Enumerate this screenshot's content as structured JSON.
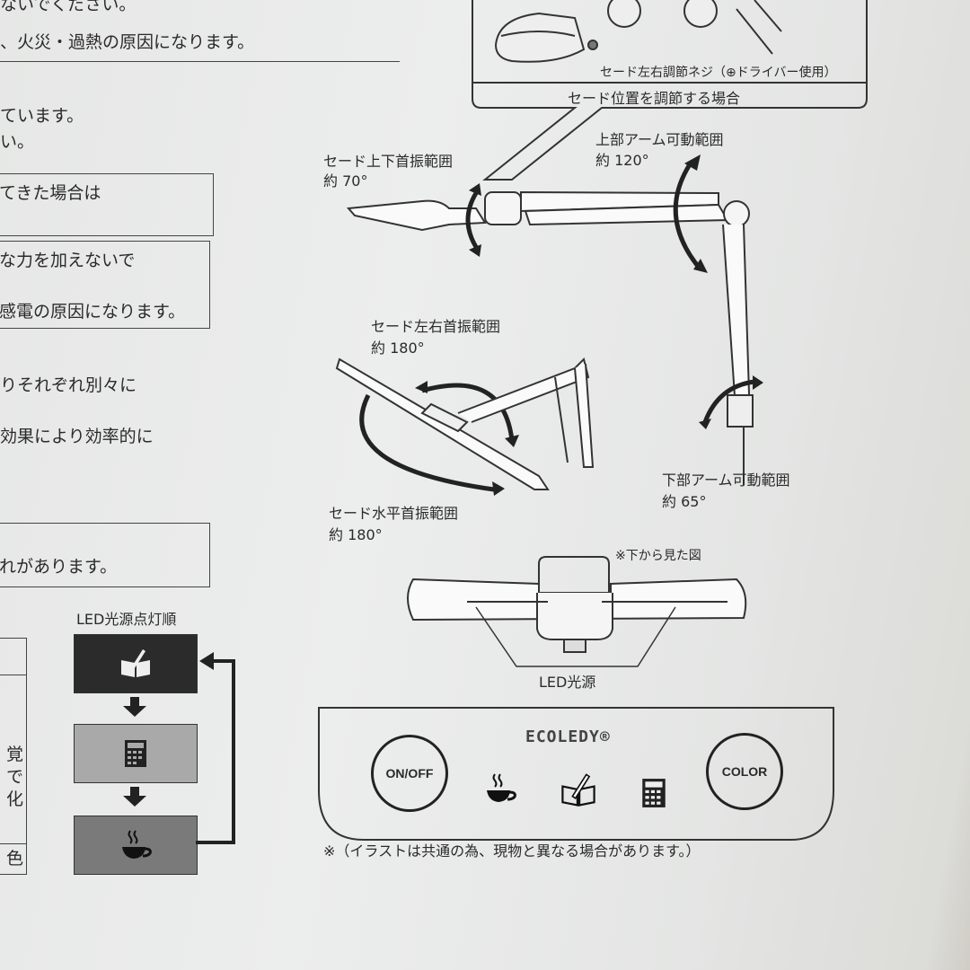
{
  "left_column": {
    "line1": "ないでください。",
    "line2": "、火災・過熱の原因になります。",
    "line3": "ています。",
    "line4": "い。",
    "box1_line1": "てきた場合は",
    "box2_line1": "な力を加えないで",
    "box2_line2": "感電の原因になります。",
    "line5": "りそれぞれ別々に",
    "line6": "効果により効率的に",
    "box3_line1": "れがあります。",
    "table_chars": [
      "覚",
      "で",
      "化",
      "色"
    ]
  },
  "led_order": {
    "title": "LED光源点灯順",
    "steps": [
      {
        "icon": "book-pen-icon",
        "color": "#2b2b2b"
      },
      {
        "icon": "calculator-icon",
        "color": "#a9a9a9"
      },
      {
        "icon": "coffee-cup-icon",
        "color": "#7a7a7a"
      }
    ]
  },
  "adjust_panel": {
    "screw_label": "セード左右調節ネジ（⊕ドライバー使用）",
    "caption": "セード位置を調節する場合"
  },
  "ranges": {
    "shade_tilt": {
      "label": "セード上下首振範囲",
      "value": "約 70°"
    },
    "upper_arm": {
      "label": "上部アーム可動範囲",
      "value": "約 120°"
    },
    "shade_swivel": {
      "label": "セード左右首振範囲",
      "value": "約 180°"
    },
    "lower_arm": {
      "label": "下部アーム可動範囲",
      "value": "約 65°"
    },
    "shade_horizontal": {
      "label": "セード水平首振範囲",
      "value": "約 180°"
    }
  },
  "bottom_view": {
    "note": "※下から見た図",
    "led_label": "LED光源"
  },
  "control_panel": {
    "logo": "ECOLEDY®",
    "on_off": "ON/OFF",
    "color": "COLOR",
    "mode_icons": [
      "coffee-cup-icon",
      "book-pen-icon",
      "calculator-icon"
    ]
  },
  "footnote": "※（イラストは共通の為、現物と異なる場合があります。）"
}
